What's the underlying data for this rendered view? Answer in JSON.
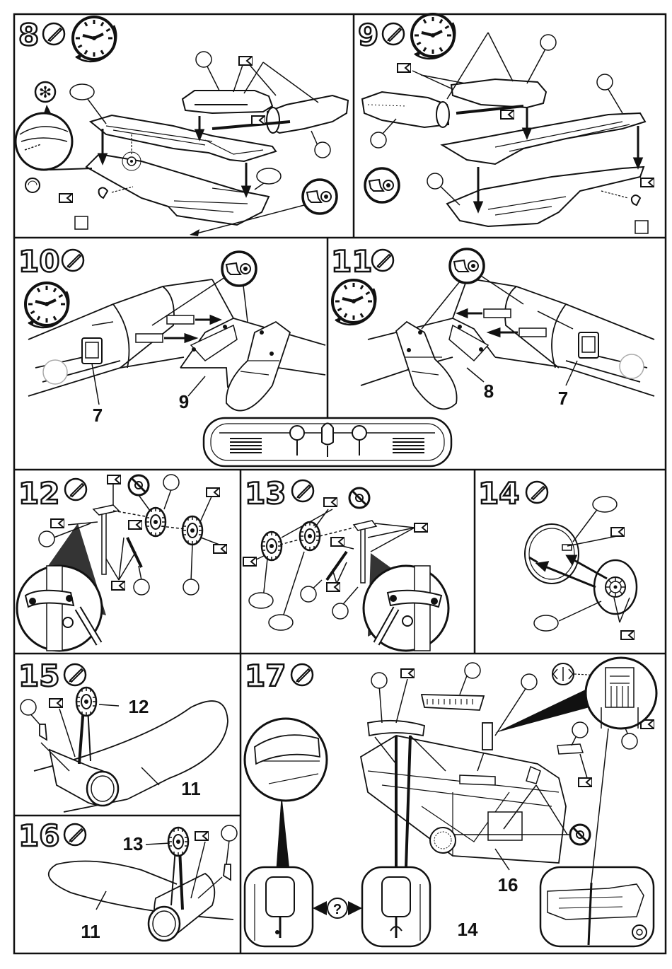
{
  "steps": {
    "s8": "8",
    "s9": "9",
    "s10": "10",
    "s11": "11",
    "s12": "12",
    "s13": "13",
    "s14": "14",
    "s15": "15",
    "s16": "16",
    "s17": "17"
  },
  "part_labels": {
    "p10_7": "7",
    "p10_9": "9",
    "p11_8": "8",
    "p11_7": "7",
    "p15_12": "12",
    "p15_11": "11",
    "p16_13": "13",
    "p16_11": "11",
    "p17_16": "16",
    "p17_14": "14"
  },
  "symbols": {
    "asterisk": "✻",
    "question": "?"
  },
  "colors": {
    "ink": "#111111",
    "paper": "#ffffff",
    "shade": "#d9d9d9"
  }
}
